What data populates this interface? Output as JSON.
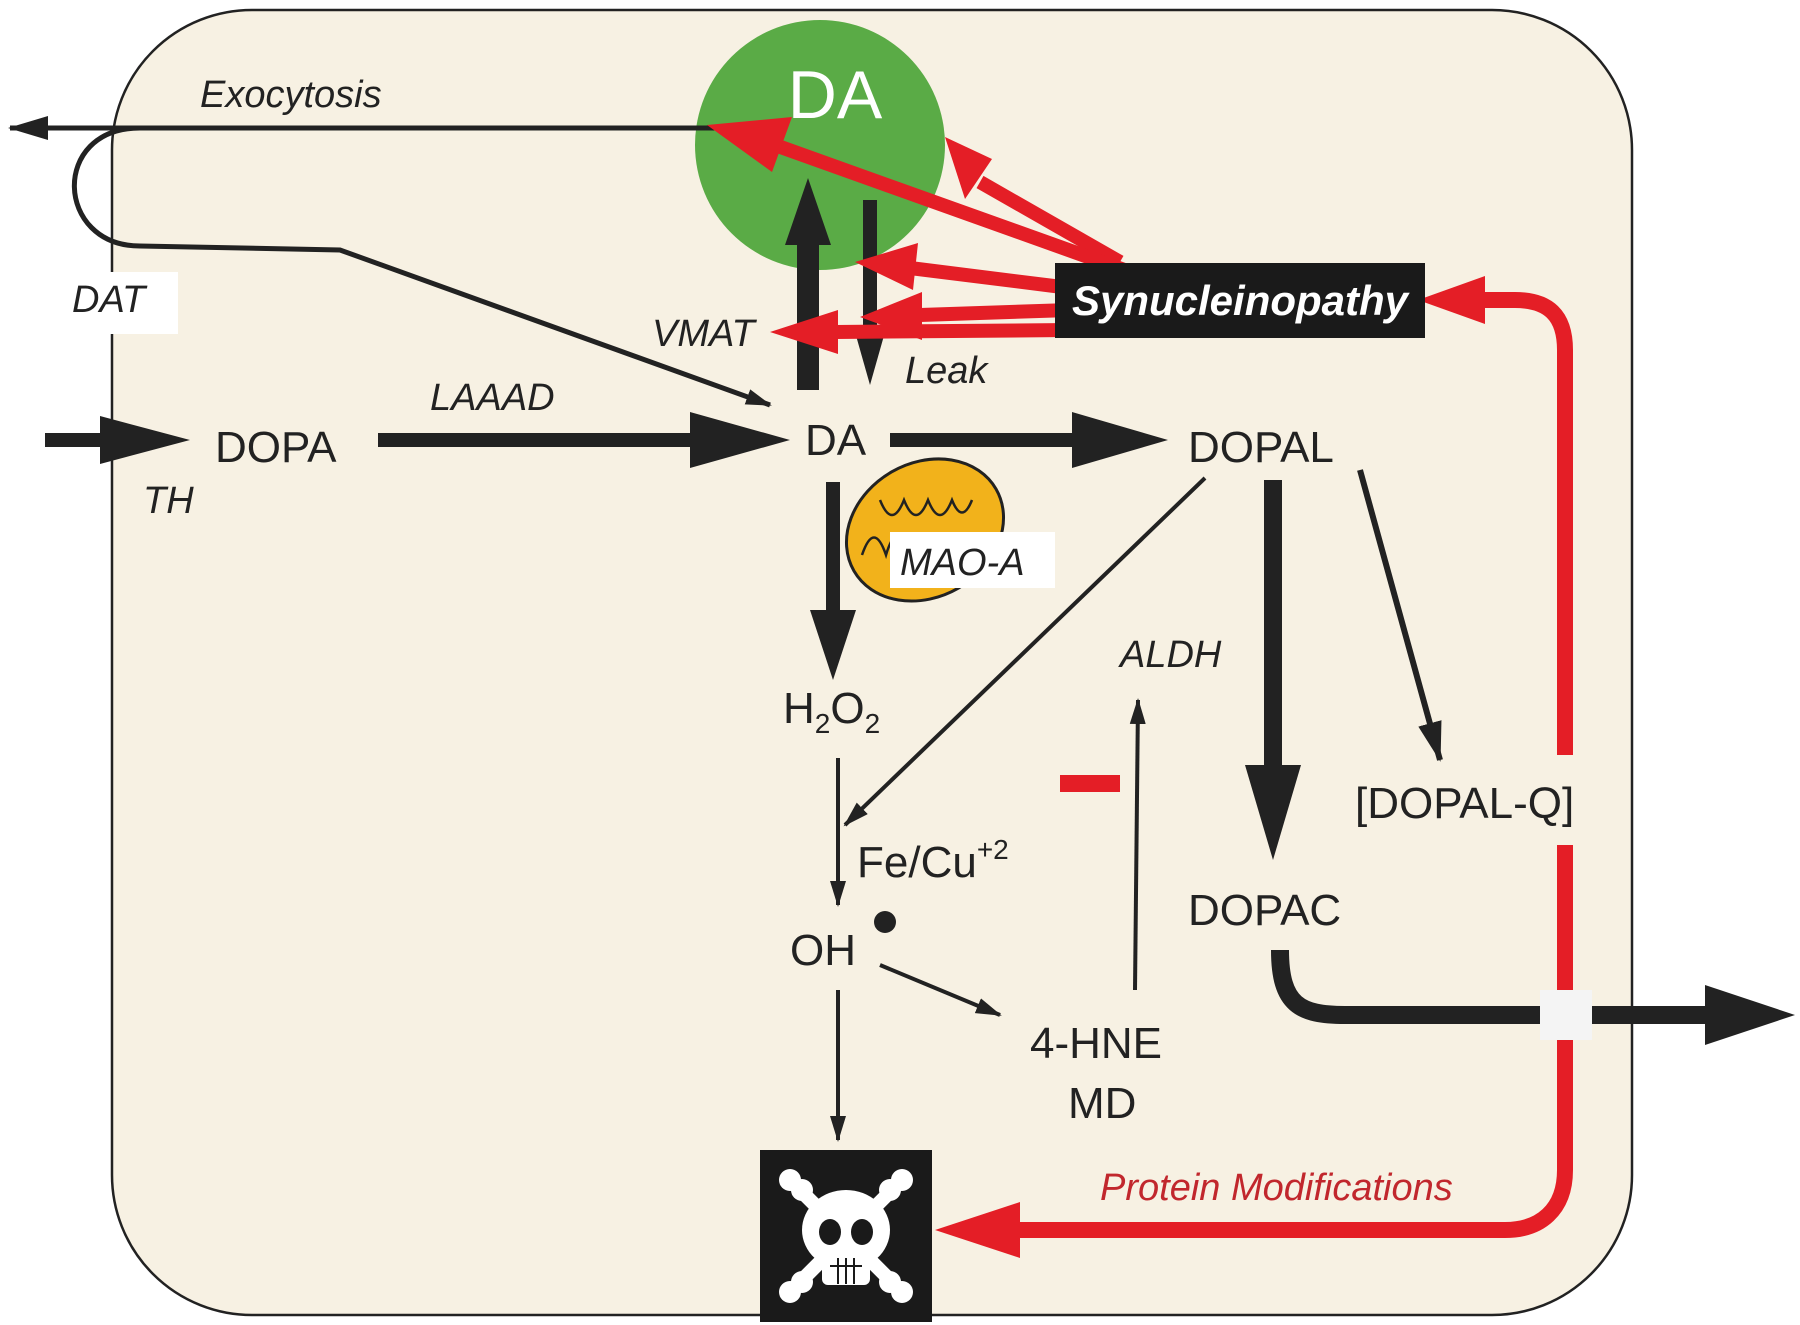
{
  "vesicle": {
    "label": "DA"
  },
  "labels": {
    "exocytosis": "Exocytosis",
    "dat": "DAT",
    "vmat": "VMAT",
    "leak": "Leak",
    "laaad": "LAAAD",
    "th": "TH",
    "mao_a": "MAO-A",
    "aldh": "ALDH",
    "synucleinopathy": "Synucleinopathy",
    "protein_modifications": "Protein Modifications"
  },
  "nodes": {
    "dopa": "DOPA",
    "da": "DA",
    "dopal": "DOPAL",
    "h2o2": {
      "h": "H",
      "two_a": "2",
      "o": "O",
      "two_b": "2"
    },
    "fe_cu": {
      "base": "Fe/Cu",
      "sup": "+2"
    },
    "oh": "OH",
    "hne": "4-HNE",
    "md": "MD",
    "dopac": "DOPAC",
    "dopal_q": "[DOPAL-Q]",
    "inhibit_sign": "−"
  },
  "colors": {
    "cell_fill": "#f7f1e3",
    "cell_stroke": "#222222",
    "vesicle": "#5aab46",
    "red": "#e41e26",
    "black": "#222222",
    "mitochondrion": "#f2b21b",
    "label_red": "#c1272d"
  },
  "icons": [
    "skull-crossbones-icon",
    "mitochondrion-icon"
  ]
}
